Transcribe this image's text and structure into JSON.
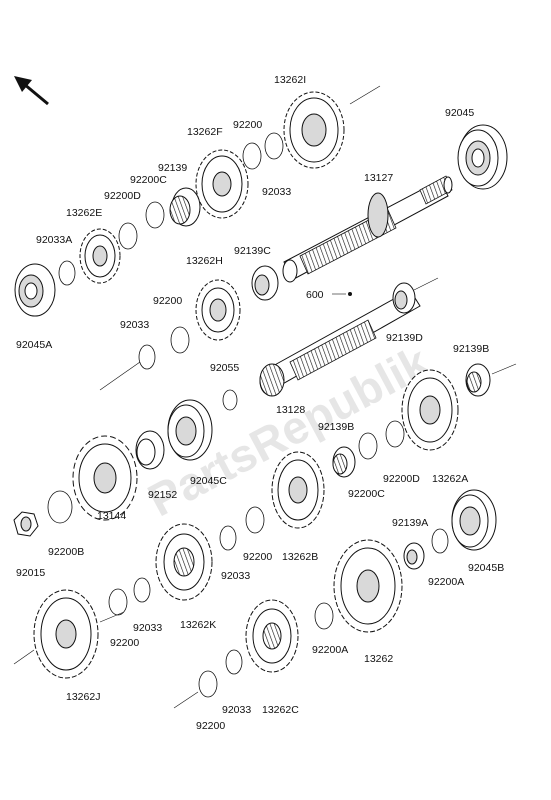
{
  "watermark": "PartsRepublik",
  "labels": {
    "p13262I": "13262I",
    "p92045_top": "92045",
    "p13262F": "13262F",
    "p92200_top": "92200",
    "p92139_top": "92139",
    "p92033_top": "92033",
    "p13127": "13127",
    "p92200D_top": "92200D",
    "p92200C_top": "92200C",
    "p13262E": "13262E",
    "p92033A": "92033A",
    "p92045A": "92045A",
    "p92139C": "92139C",
    "p13262H": "13262H",
    "p600": "600",
    "p92200_mid": "92200",
    "p92033_mid": "92033",
    "p92139D": "92139D",
    "p92055": "92055",
    "p92139B_right": "92139B",
    "p13128": "13128",
    "p92139B": "92139B",
    "p92200D": "92200D",
    "p13262A": "13262A",
    "p92152": "92152",
    "p92045C": "92045C",
    "p92200C": "92200C",
    "p13144": "13144",
    "p92200B": "92200B",
    "p92015": "92015",
    "p13262B": "13262B",
    "p92200_low": "92200",
    "p92033_low": "92033",
    "p92139A": "92139A",
    "p92200A_right": "92200A",
    "p92045B": "92045B",
    "p13262K": "13262K",
    "p92033_low2": "92033",
    "p92200_low2": "92200",
    "p92200A": "92200A",
    "p13262": "13262",
    "p13262J": "13262J",
    "p92033_bot": "92033",
    "p13262C": "13262C",
    "p92200_bot": "92200"
  }
}
